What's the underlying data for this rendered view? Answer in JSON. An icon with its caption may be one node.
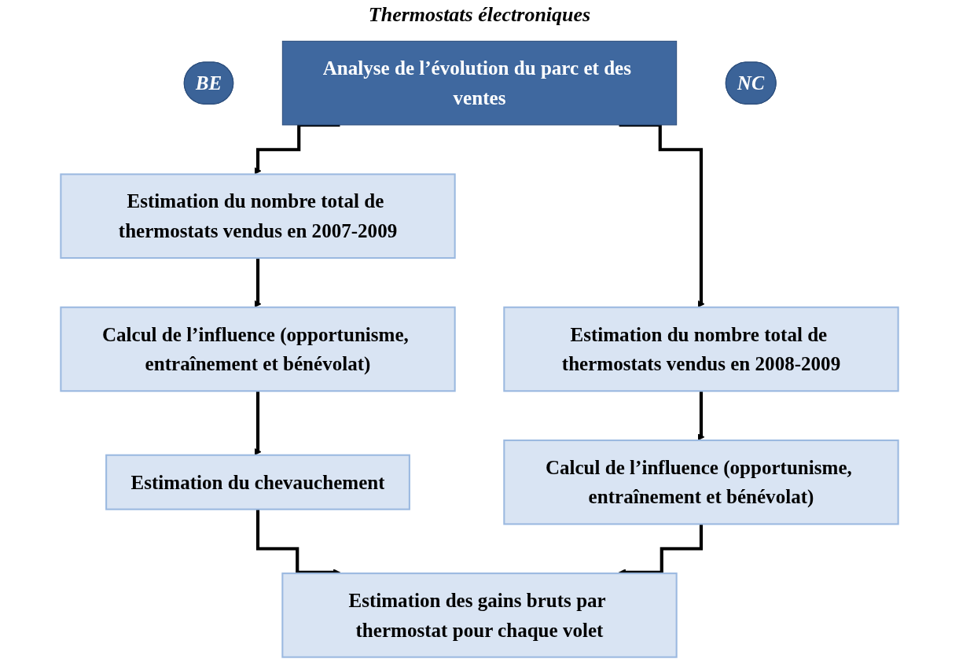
{
  "diagram": {
    "title": "Thermostats électroniques",
    "nodes": [
      {
        "text": [
          "BE"
        ]
      },
      {
        "text": [
          "Analyse de l’évolution du parc et des ventes"
        ]
      },
      {
        "text": [
          "NC"
        ]
      },
      {
        "text": [
          "Estimation du nombre total de thermostats vendus en 2007-2009"
        ]
      },
      {
        "text": [
          "Estimation du nombre total de thermostats vendus en 2008-2009"
        ]
      },
      {
        "text": [
          "Calcul de l’influence (opportunisme, entraînement et bénévolat)"
        ]
      },
      {
        "text": [
          "Calcul de l’influence (opportunisme, entraînement et bénévolat)"
        ]
      },
      {
        "text": [
          "Estimation du chevauchement"
        ]
      },
      {
        "text": [
          "Estimation des gains bruts par thermostat pour chaque volet"
        ]
      }
    ],
    "edges": [
      {
        "from": 1,
        "to": 3,
        "arrow": "to"
      },
      {
        "from": 1,
        "to": 4,
        "arrow": "to"
      },
      {
        "from": 3,
        "to": 5,
        "arrow": "to"
      },
      {
        "from": 4,
        "to": 6,
        "arrow": "to"
      },
      {
        "from": 5,
        "to": 7,
        "arrow": "to"
      },
      {
        "from": 7,
        "to": 8,
        "arrow": "to"
      },
      {
        "from": 6,
        "to": 8,
        "arrow": "to"
      }
    ]
  }
}
